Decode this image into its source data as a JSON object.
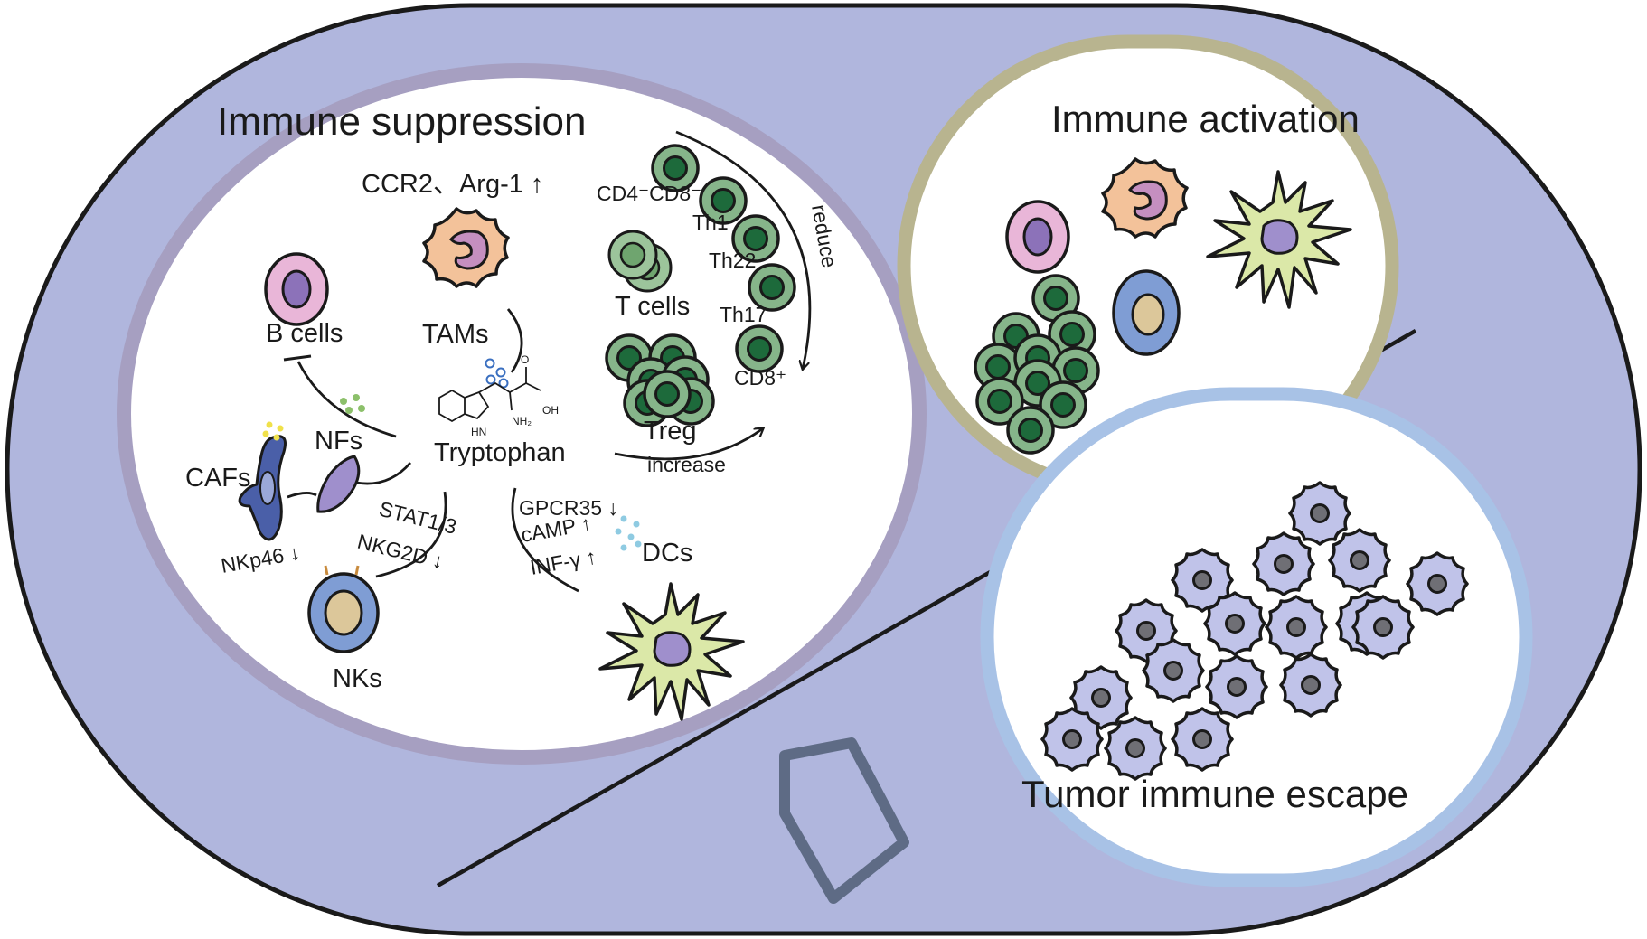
{
  "panels": {
    "suppression": {
      "title": "Immune suppression",
      "ccr2_arg1": "CCR2、Arg-1 ↑",
      "tams": "TAMs",
      "b_cells": "B cells",
      "nfs": "NFs",
      "cafs": "CAFs",
      "tryptophan": "Tryptophan",
      "t_cells": "T cells",
      "cd4_cd8": "CD4⁻CD8⁻",
      "th1": "Th1",
      "th22": "Th22",
      "th17": "Th17",
      "cd8": "CD8⁺",
      "reduce": "reduce",
      "treg": "Treg",
      "increase": "increase",
      "stat": "STAT1/3",
      "nkg2d": "NKG2D ↓",
      "nkp46": "NKp46 ↓",
      "nks": "NKs",
      "gpcr35": "GPCR35 ↓",
      "camp": "cAMP ↑",
      "infg": "INF-γ ↑",
      "dcs": "DCs"
    },
    "activation": {
      "title": "Immune activation"
    },
    "escape": {
      "title": "Tumor immune escape"
    }
  },
  "colors": {
    "background_pill": "#b0b6dd",
    "suppression_ring": "#a69fc1",
    "activation_ring": "#b8b48f",
    "escape_ring": "#a8c2e6",
    "t_cell_green": "#86b58a",
    "tumor_cell": "#c0c3e9",
    "dc_yellow": "#dbe8a8",
    "tam_orange": "#f3c29a",
    "b_cell_pink": "#e9b6d8",
    "nk_blue": "#7f9dd4"
  }
}
